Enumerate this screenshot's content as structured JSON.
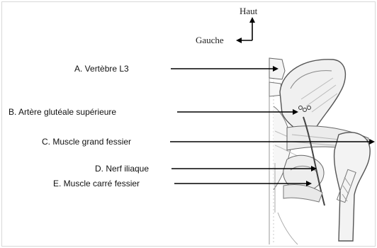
{
  "orientation": {
    "up_label": "Haut",
    "left_label": "Gauche"
  },
  "labels": [
    {
      "letter": "A",
      "text": "A. Vertèbre L3"
    },
    {
      "letter": "B",
      "text": "B. Artère glutéale supérieure"
    },
    {
      "letter": "C",
      "text": "C. Muscle grand fessier"
    },
    {
      "letter": "D",
      "text": "D. Nerf iliaque"
    },
    {
      "letter": "E",
      "text": "E. Muscle carré fessier"
    }
  ]
}
